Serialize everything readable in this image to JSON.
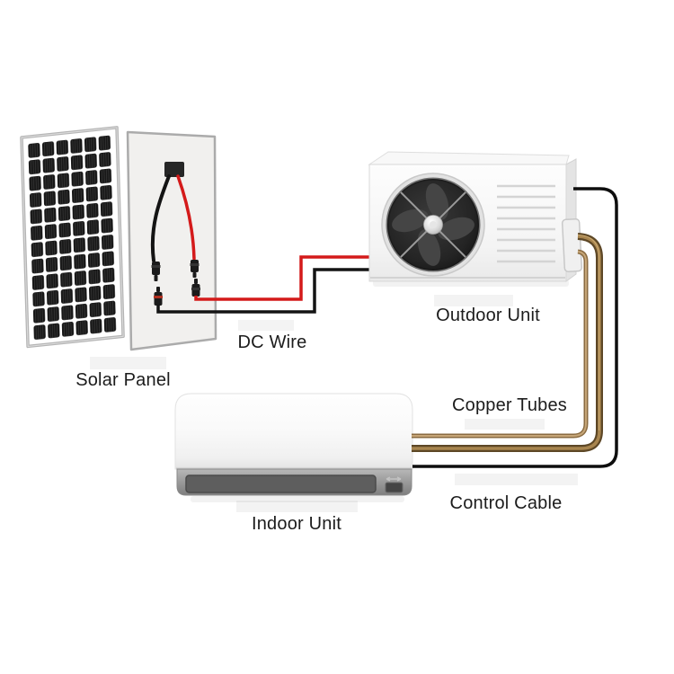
{
  "labels": {
    "solar_panel": "Solar Panel",
    "dc_wire": "DC Wire",
    "outdoor_unit": "Outdoor Unit",
    "copper_tubes": "Copper Tubes",
    "control_cable": "Control Cable",
    "indoor_unit": "Indoor Unit"
  },
  "colors": {
    "dc_wire_positive": "#d41a1a",
    "dc_wire_negative": "#141414",
    "control_cable": "#0e0e0e",
    "copper_tube_thin_outer": "#8a6b41",
    "copper_tube_thin_core": "#c6a678",
    "copper_tube_thick_outer": "#5d4726",
    "copper_tube_thick_core": "#a8854f",
    "solar_cell": "#171717"
  }
}
